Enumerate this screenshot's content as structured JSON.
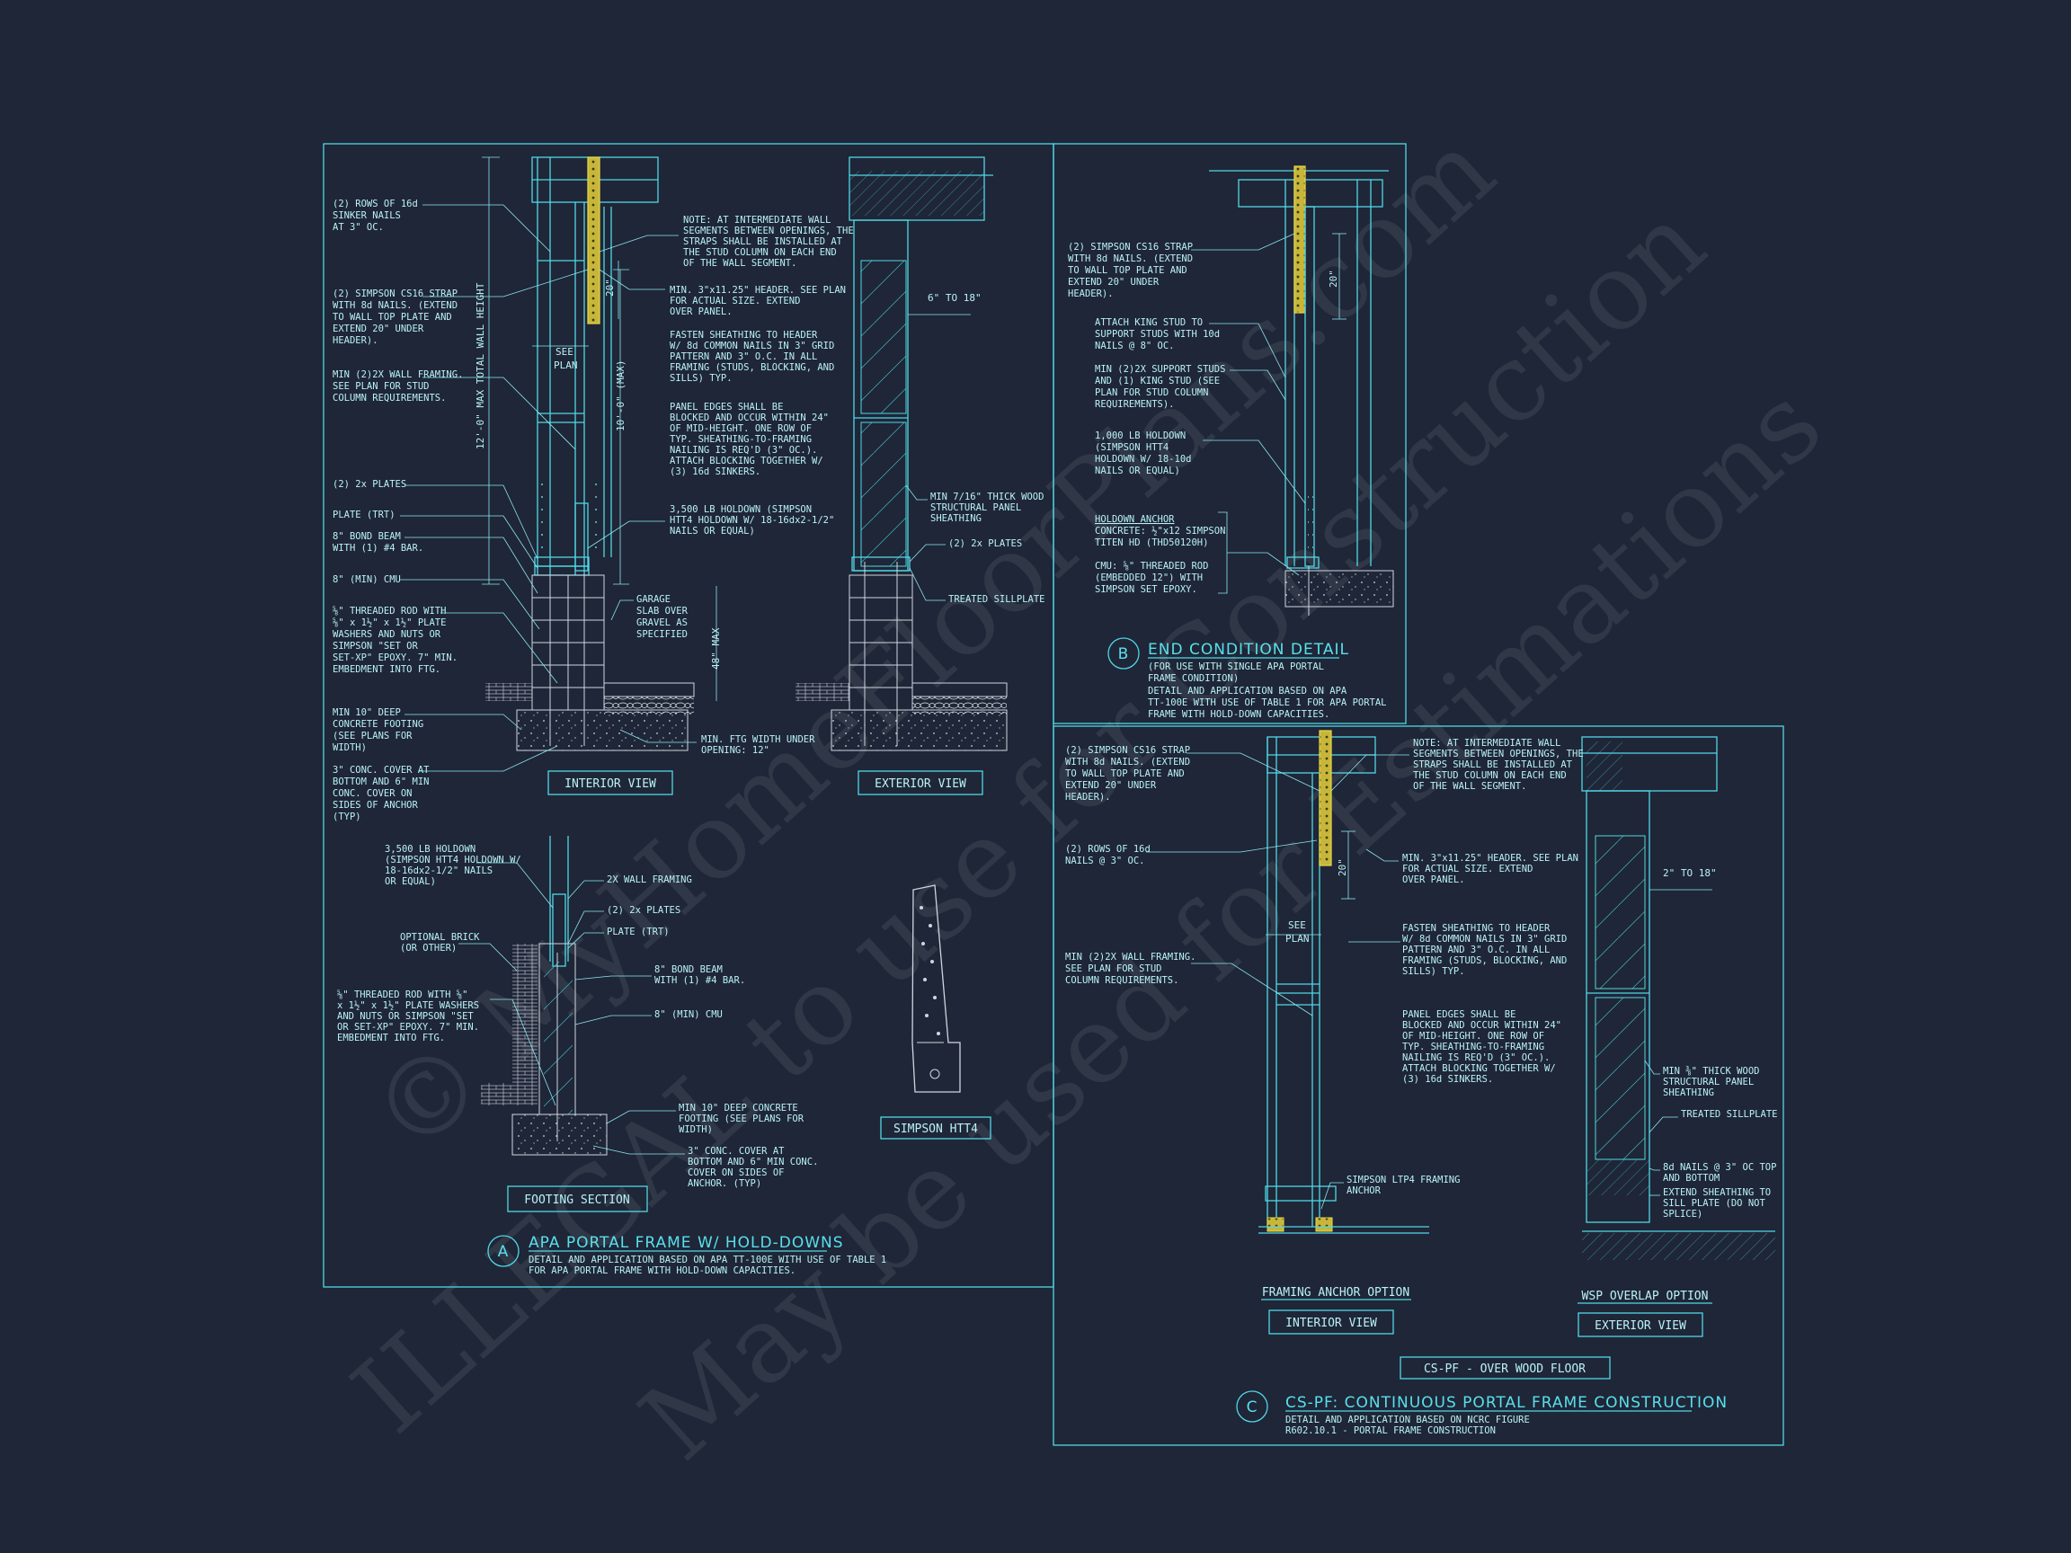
{
  "panel_a": {
    "notes": [
      "(2) ROWS OF 16d",
      "SINKER NAILS",
      "AT 3\" OC.",
      "(2) SIMPSON CS16 STRAP",
      "WITH 8d NAILS. (EXTEND",
      "TO WALL TOP PLATE AND",
      "EXTEND 20\" UNDER",
      "HEADER).",
      "MIN (2)2X WALL FRAMING.",
      "SEE PLAN FOR STUD",
      "COLUMN REQUIREMENTS.",
      "(2) 2x PLATES",
      "PLATE (TRT)",
      "8\" BOND BEAM",
      "WITH (1) #4 BAR.",
      "8\" (MIN) CMU",
      "⅝\" THREADED ROD WITH",
      "⅝\" x 1½\" x 1½\" PLATE",
      "WASHERS AND NUTS OR",
      "SIMPSON \"SET OR",
      "SET-XP\" EPOXY. 7\" MIN.",
      "EMBEDMENT INTO FTG.",
      "MIN 10\" DEEP",
      "CONCRETE FOOTING",
      "(SEE PLANS FOR",
      "WIDTH)",
      "3\" CONC. COVER AT",
      "BOTTOM AND 6\" MIN",
      "CONC. COVER ON",
      "SIDES OF ANCHOR",
      "(TYP)",
      "NOTE: AT INTERMEDIATE WALL",
      "SEGMENTS BETWEEN OPENINGS, THE",
      "STRAPS SHALL BE INSTALLED AT",
      "THE STUD COLUMN ON EACH END",
      "OF THE WALL SEGMENT.",
      "MIN. 3\"x11.25\" HEADER. SEE PLAN",
      "FOR ACTUAL SIZE. EXTEND",
      "OVER PANEL.",
      "FASTEN SHEATHING TO HEADER",
      "W/ 8d COMMON NAILS IN 3\" GRID",
      "PATTERN AND 3\" O.C. IN ALL",
      "FRAMING (STUDS, BLOCKING, AND",
      "SILLS) TYP.",
      "PANEL EDGES SHALL BE",
      "BLOCKED AND OCCUR WITHIN 24\"",
      "OF MID-HEIGHT. ONE ROW OF",
      "TYP. SHEATHING-TO-FRAMING",
      "NAILING IS REQ'D (3\" OC.).",
      "ATTACH BLOCKING TOGETHER W/",
      "(3) 16d SINKERS.",
      "3,500 LB HOLDOWN (SIMPSON",
      "HTT4 HOLDOWN W/ 18-16dx2-1/2\"",
      "NAILS OR EQUAL)",
      "GARAGE",
      "SLAB OVER",
      "GRAVEL AS",
      "SPECIFIED",
      "MIN. FTG WIDTH UNDER",
      "OPENING: 12\"",
      "MIN 7/16\" THICK WOOD",
      "STRUCTURAL PANEL",
      "SHEATHING",
      "(2) 2x PLATES",
      "TREATED SILLPLATE"
    ],
    "dims": [
      "12'-0\" MAX TOTAL WALL HEIGHT",
      "20\"",
      "10'-0\" (MAX)",
      "SEE",
      "PLAN",
      "6\" TO 18\"",
      "48\" MAX"
    ],
    "footing_notes": [
      "3,500 LB HOLDOWN",
      "(SIMPSON HTT4 HOLDOWN W/",
      "18-16dx2-1/2\" NAILS",
      "OR EQUAL)",
      "2X WALL FRAMING",
      "(2) 2x PLATES",
      "PLATE (TRT)",
      "OPTIONAL BRICK",
      "(OR OTHER)",
      "8\" BOND BEAM",
      "WITH (1) #4 BAR.",
      "8\" (MIN) CMU",
      "⅝\" THREADED ROD WITH ⅝\"",
      "x 1½\" x 1½\" PLATE WASHERS",
      "AND NUTS OR SIMPSON \"SET",
      "OR SET-XP\" EPOXY. 7\" MIN.",
      "EMBEDMENT INTO FTG.",
      "MIN 10\" DEEP CONCRETE",
      "FOOTING (SEE PLANS FOR",
      "WIDTH)",
      "3\" CONC. COVER AT",
      "BOTTOM AND 6\" MIN CONC.",
      "COVER ON SIDES OF",
      "ANCHOR. (TYP)"
    ],
    "view_labels": [
      "INTERIOR VIEW",
      "EXTERIOR VIEW",
      "FOOTING SECTION",
      "SIMPSON HTT4"
    ],
    "marker": "A",
    "title": "APA PORTAL FRAME W/ HOLD-DOWNS",
    "subtitle": [
      "DETAIL AND APPLICATION BASED ON APA TT-100E WITH USE OF TABLE 1",
      "FOR APA PORTAL FRAME WITH HOLD-DOWN CAPACITIES."
    ]
  },
  "panel_b": {
    "notes": [
      "(2) SIMPSON CS16 STRAP",
      "WITH 8d NAILS. (EXTEND",
      "TO WALL TOP PLATE AND",
      "EXTEND 20\" UNDER",
      "HEADER).",
      "ATTACH KING STUD TO",
      "SUPPORT STUDS WITH 10d",
      "NAILS @ 8\" OC.",
      "MIN (2)2X SUPPORT STUDS",
      "AND (1) KING STUD (SEE",
      "PLAN FOR STUD COLUMN",
      "REQUIREMENTS).",
      "1,000 LB HOLDOWN",
      "(SIMPSON HTT4",
      "HOLDOWN W/ 18-10d",
      "NAILS OR EQUAL)",
      "HOLDOWN ANCHOR",
      "CONCRETE: ½\"x12 SIMPSON",
      "TITEN HD (THD50120H)",
      "CMU: ⅝\" THREADED ROD",
      "(EMBEDDED 12\") WITH",
      "SIMPSON SET EPOXY."
    ],
    "dims": [
      "20\""
    ],
    "marker": "B",
    "title": "END CONDITION DETAIL",
    "subtitle": [
      "(FOR USE WITH SINGLE APA PORTAL",
      "FRAME CONDITION)",
      "DETAIL AND APPLICATION BASED ON APA",
      "TT-100E WITH USE OF TABLE 1 FOR APA PORTAL",
      "FRAME WITH HOLD-DOWN CAPACITIES."
    ]
  },
  "panel_c": {
    "notes": [
      "(2) SIMPSON CS16 STRAP",
      "WITH 8d NAILS. (EXTEND",
      "TO WALL TOP PLATE AND",
      "EXTEND 20\" UNDER",
      "HEADER).",
      "(2) ROWS OF 16d",
      "NAILS @ 3\" OC.",
      "MIN (2)2X WALL FRAMING.",
      "SEE PLAN FOR STUD",
      "COLUMN REQUIREMENTS.",
      "NOTE: AT INTERMEDIATE WALL",
      "SEGMENTS BETWEEN OPENINGS, THE",
      "STRAPS SHALL BE INSTALLED AT",
      "THE STUD COLUMN ON EACH END",
      "OF THE WALL SEGMENT.",
      "MIN. 3\"x11.25\" HEADER. SEE PLAN",
      "FOR ACTUAL SIZE. EXTEND",
      "OVER PANEL.",
      "FASTEN SHEATHING TO HEADER",
      "W/ 8d COMMON NAILS IN 3\" GRID",
      "PATTERN AND 3\" O.C. IN ALL",
      "FRAMING (STUDS, BLOCKING, AND",
      "SILLS) TYP.",
      "PANEL EDGES SHALL BE",
      "BLOCKED AND OCCUR WITHIN 24\"",
      "OF MID-HEIGHT. ONE ROW OF",
      "TYP. SHEATHING-TO-FRAMING",
      "NAILING IS REQ'D (3\" OC.).",
      "ATTACH BLOCKING TOGETHER W/",
      "(3) 16d SINKERS.",
      "SIMPSON LTP4 FRAMING",
      "ANCHOR",
      "MIN ⅜\" THICK WOOD",
      "STRUCTURAL PANEL",
      "SHEATHING",
      "TREATED SILLPLATE",
      "8d NAILS @ 3\" OC TOP",
      "AND BOTTOM",
      "EXTEND SHEATHING TO",
      "SILL PLATE (DO NOT",
      "SPLICE)"
    ],
    "dims": [
      "20\"",
      "SEE",
      "PLAN",
      "2\" TO 18\""
    ],
    "option_labels": [
      "FRAMING ANCHOR OPTION",
      "WSP OVERLAP OPTION"
    ],
    "view_labels": [
      "INTERIOR VIEW",
      "EXTERIOR VIEW",
      "CS-PF - OVER WOOD FLOOR"
    ],
    "marker": "C",
    "title": "CS-PF: CONTINUOUS PORTAL FRAME CONSTRUCTION",
    "subtitle": [
      "DETAIL AND APPLICATION BASED ON NCRC FIGURE",
      "R602.10.1 - PORTAL FRAME CONSTRUCTION"
    ]
  },
  "watermark": [
    "ILLEGAL to use for Construction",
    "© MyHomeFloorPlans.com",
    "May be used for Estimations"
  ],
  "colors": {
    "background": "#1f2637",
    "line": "#4fd8e6",
    "text": "#b9f3f7",
    "strap": "#e8d84a"
  }
}
